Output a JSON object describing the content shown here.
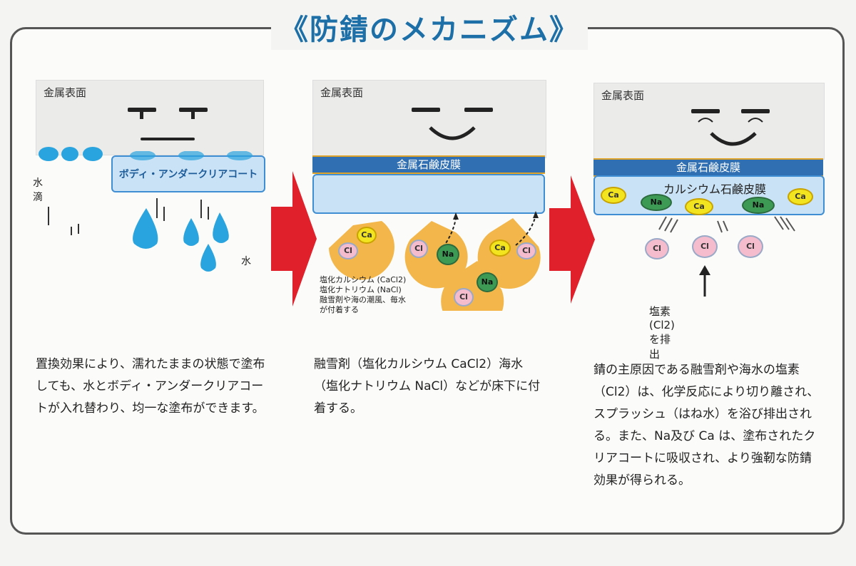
{
  "title": "《防錆のメカニズム》",
  "panels": [
    {
      "metal_label": "金属表面",
      "coating_label": "ボディ・アンダークリアコート",
      "droplet_label": "水滴",
      "water_label": "水",
      "description": "置換効果により、濡れたままの状態で塗布しても、水とボディ・アンダークリアコートが入れ替わり、均一な塗布ができます。"
    },
    {
      "metal_label": "金属表面",
      "film_label": "金属石鹸皮膜",
      "legend": [
        "塩化カルシウム (CaCl2)",
        "塩化ナトリウム (NaCl)",
        "融雪剤や海の潮風、毎水",
        "が付着する"
      ],
      "description": "融雪剤（塩化カルシウム CaCl2）海水（塩化ナトリウム NaCl）などが床下に付着する。"
    },
    {
      "metal_label": "金属表面",
      "film_label": "金属石鹸皮膜",
      "calcium_film_label": "カルシウム石鹸皮膜",
      "exhaust_label": "塩素 (Cl2) を排出",
      "description": "錆の主原因である融雪剤や海水の塩素（Cl2）は、化学反応により切り離され、スプラッシュ（はね水）を浴び排出される。また、Na及び Ca は、塗布されたクリアコートに吸収され、より強靭な防錆効果が得られる。"
    }
  ],
  "ions": {
    "ca": "Ca",
    "na": "Na",
    "cl": "Cl"
  },
  "colors": {
    "title": "#1d6fa8",
    "arrow": "#e0202a",
    "coating": "#c9e2f5",
    "film": "#2f6fb2",
    "water": "#2aa4de",
    "fan": "#f2b64a"
  }
}
